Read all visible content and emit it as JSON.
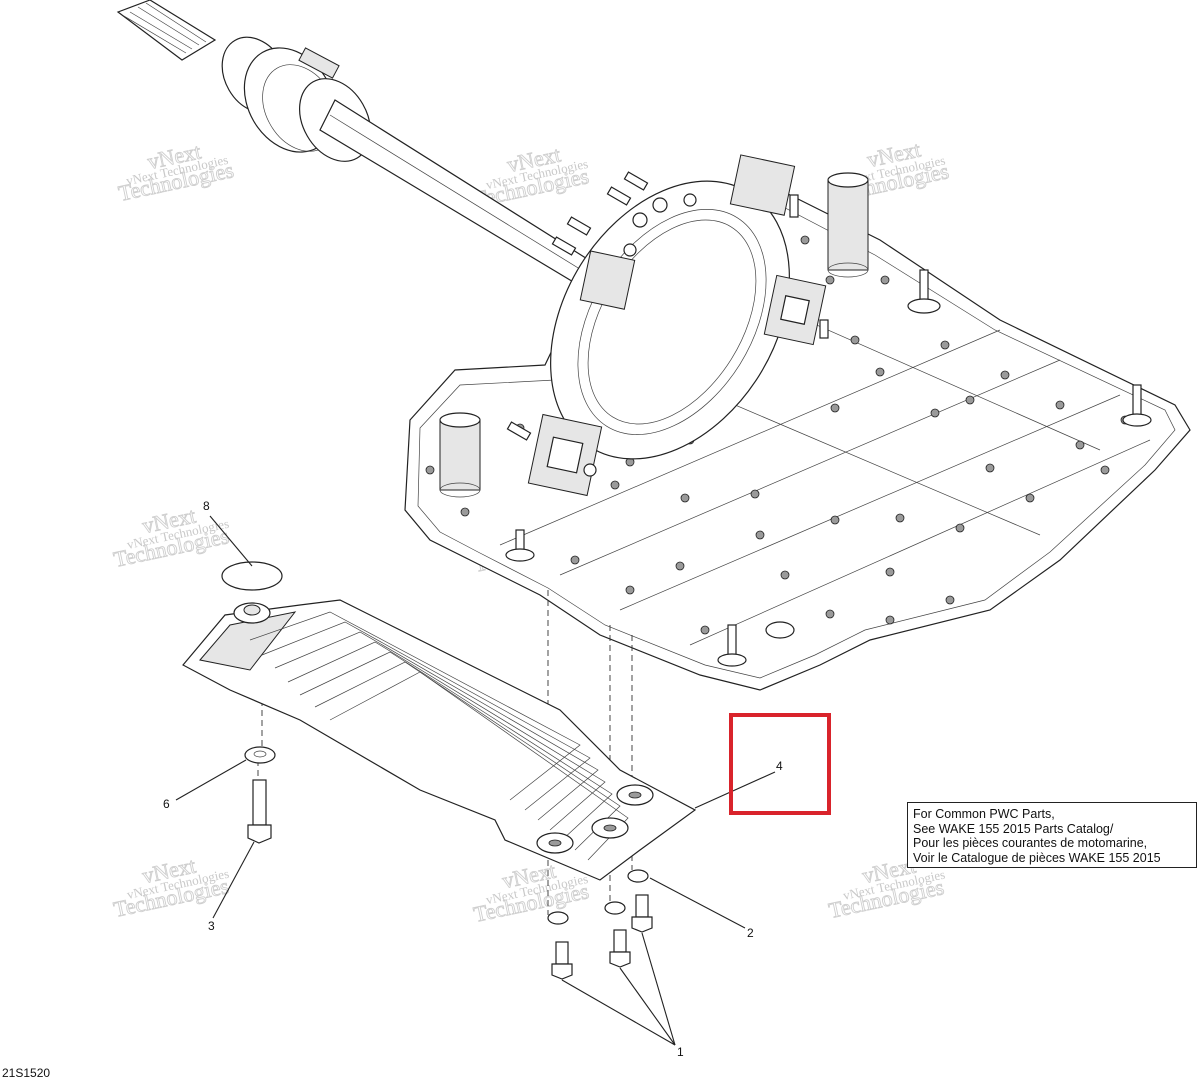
{
  "diagram": {
    "code": "21S1520",
    "callouts": [
      "1",
      "2",
      "3",
      "4",
      "6",
      "8"
    ],
    "note_lines": [
      "For Common PWC Parts,",
      "See WAKE 155 2015 Parts Catalog/",
      "Pour les pièces courantes de motomarine,",
      "Voir le Catalogue de pièces WAKE 155 2015"
    ],
    "watermark": {
      "line1": "vNext Technologies",
      "line2": "Technologies",
      "line3": "vNext"
    },
    "highlight_color": "#d9232b"
  }
}
